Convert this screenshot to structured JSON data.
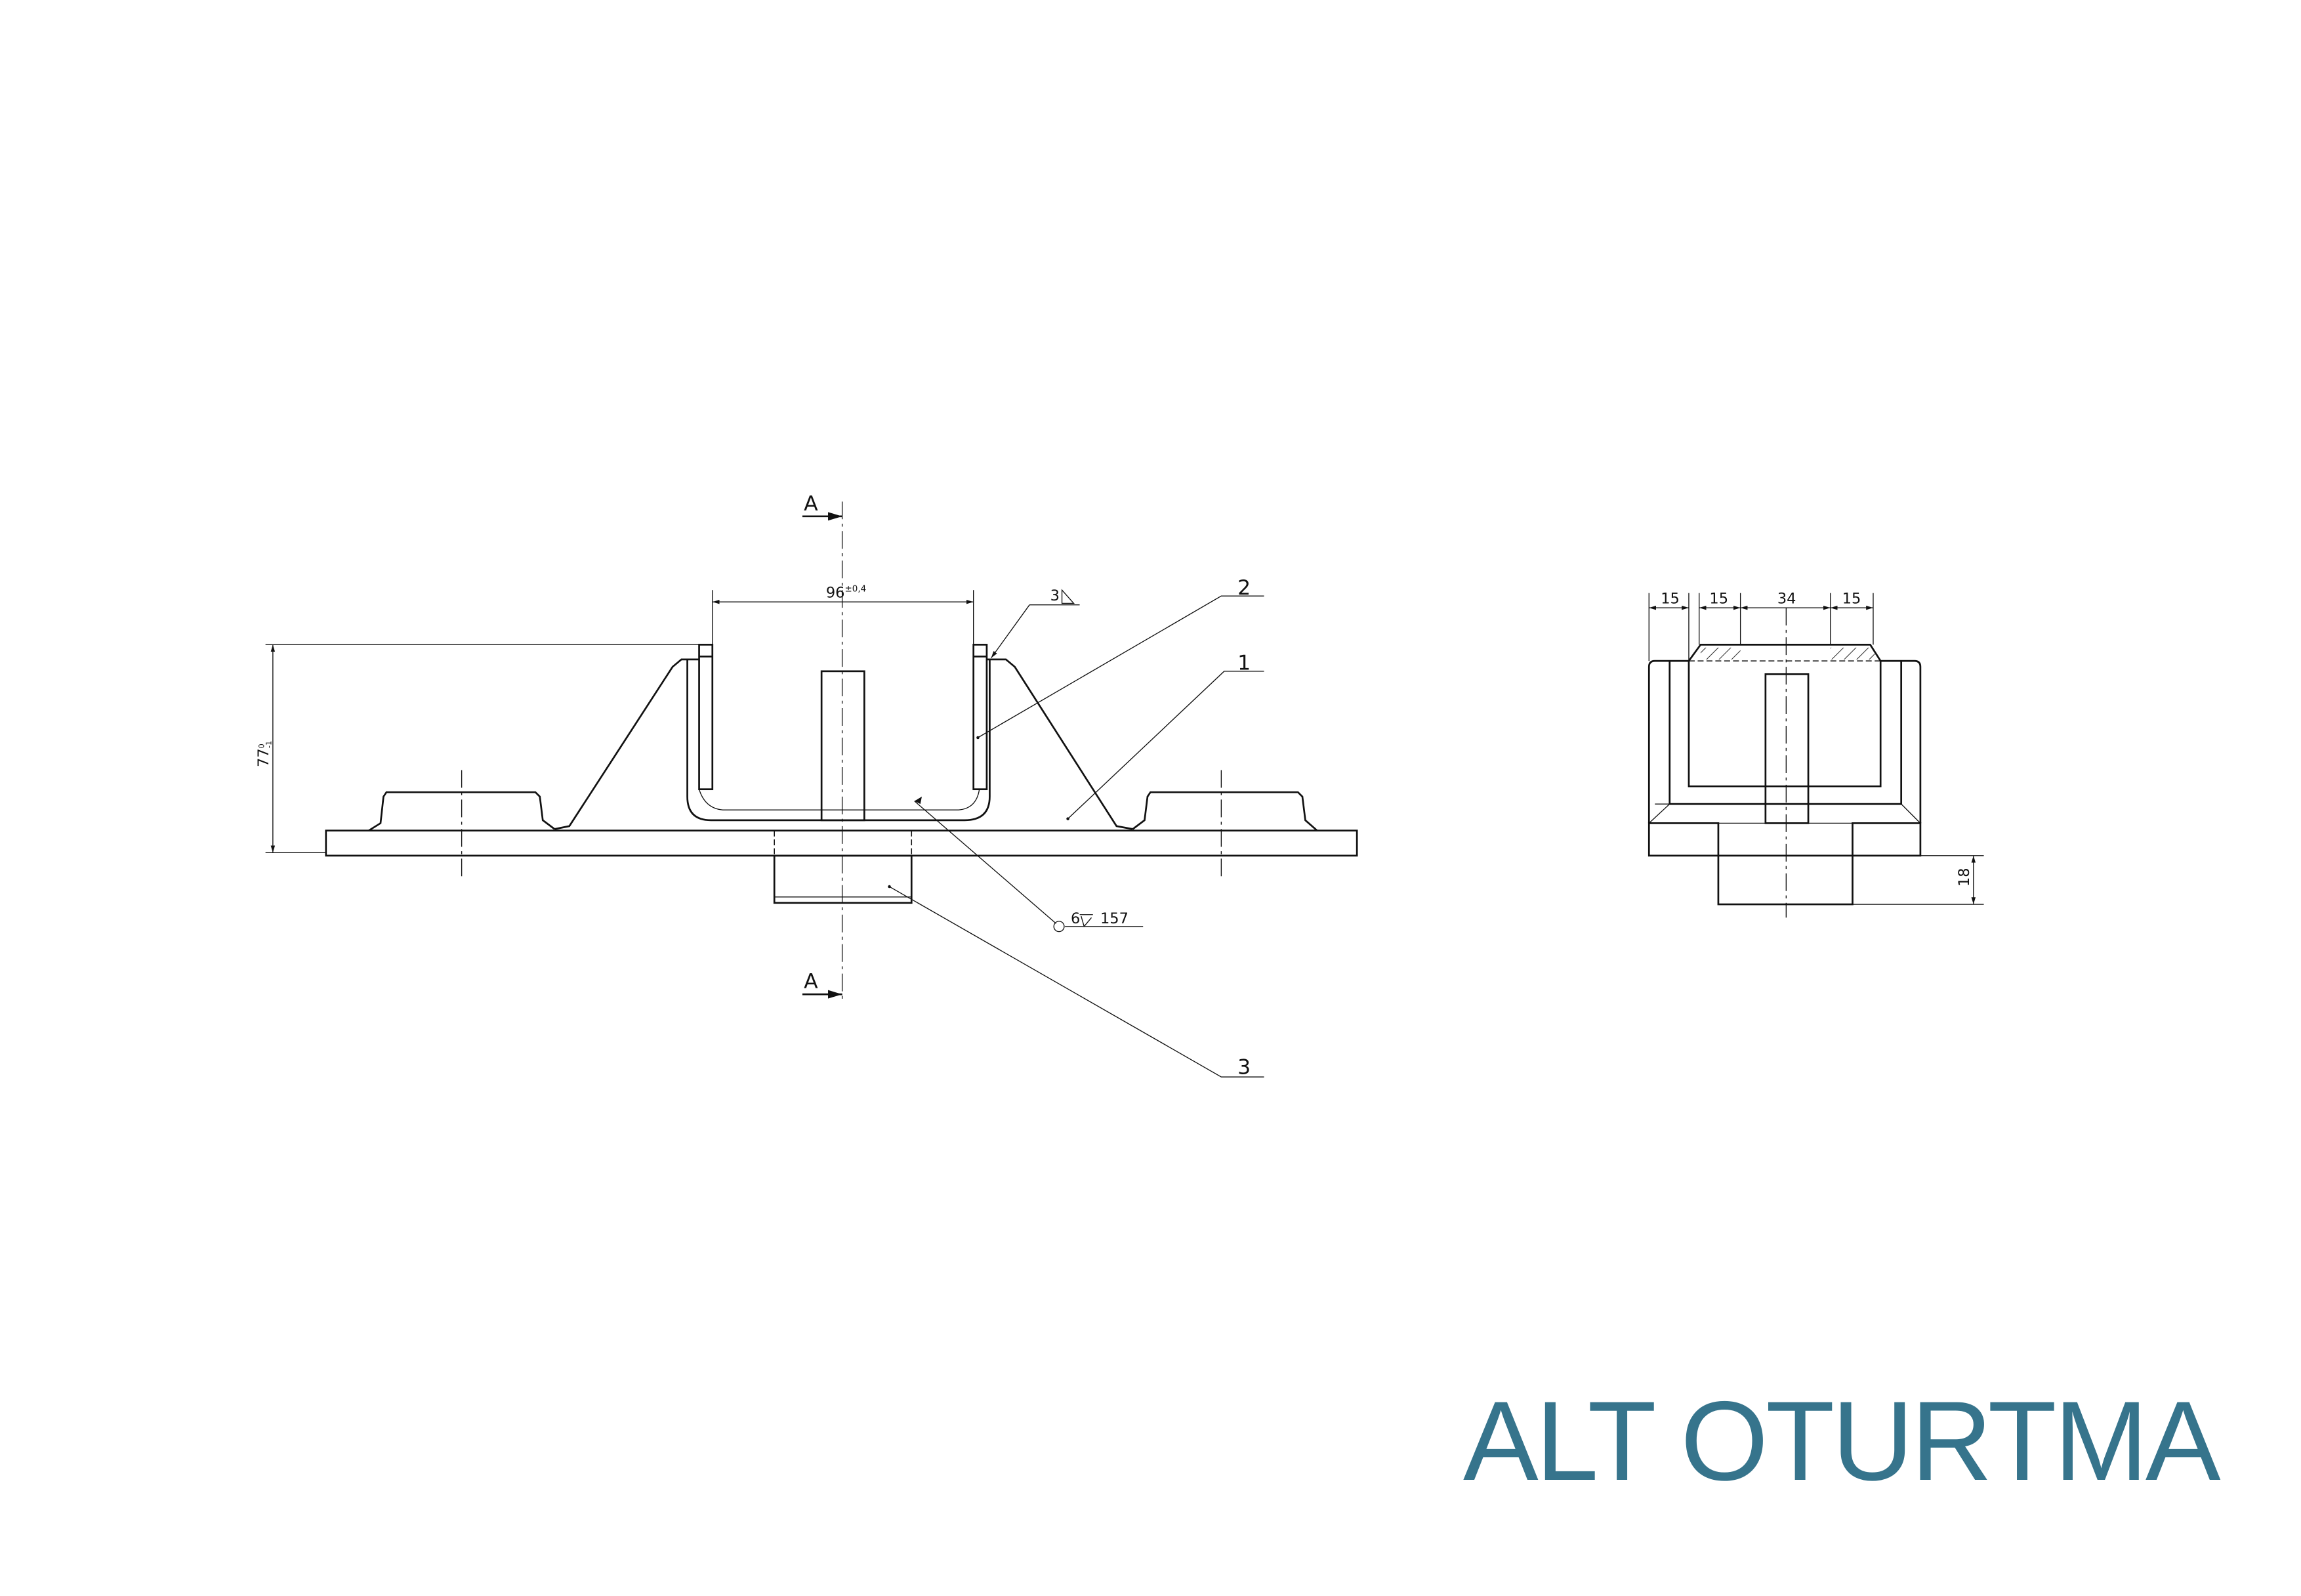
{
  "title": "ALT OTURTMA",
  "colors": {
    "title": "#36748c",
    "line": "#111111"
  },
  "main_view": {
    "section_label_top": "A",
    "section_label_bottom": "A",
    "dim_width": "96",
    "dim_width_tol": "±0,4",
    "dim_height": "77",
    "dim_height_tol": "0\n-1",
    "dim_height_tol_upper": "0",
    "dim_height_tol_lower": "-1",
    "weld_fillet": "3",
    "weld_all_around": "6",
    "weld_length": "157",
    "part_labels": [
      "2",
      "1",
      "3"
    ]
  },
  "side_view": {
    "dims_top": [
      "15",
      "15",
      "34",
      "15"
    ],
    "dim_height": "18"
  }
}
